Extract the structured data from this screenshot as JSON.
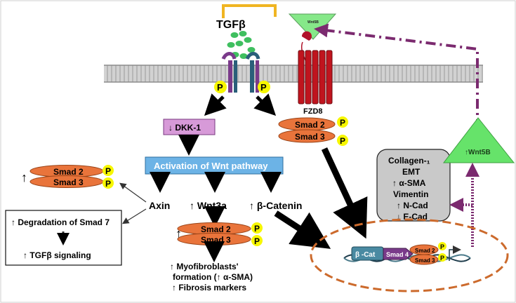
{
  "ligand": {
    "tgf": "TGFβ",
    "wnt_small": "Wnt5B"
  },
  "receptor": {
    "fzd": "FZD8"
  },
  "phospho": "P",
  "dkk": "↓ DKK-1",
  "activation": "Activation of Wnt pathway",
  "smad": {
    "s2": "Smad 2",
    "s3": "Smad 3",
    "s4": "Smad 4",
    "up": "↑"
  },
  "branches": {
    "axin": "Axin",
    "wnt3a": "↑ Wnt3a",
    "bcat": "↑ β-Catenin"
  },
  "degradation": {
    "line1": "↑ Degradation of Smad 7",
    "line2": "↑ TGFβ signaling"
  },
  "myo": {
    "line1": "↑ Myofibroblasts'",
    "line2": "formation (↑ α-SMA)",
    "line3": "↑ Fibrosis markers"
  },
  "markers": [
    "Collagen-₁",
    "EMT",
    "↑ α-SMA",
    "Vimentin",
    "↑ N-Cad",
    "↓ E-Cad"
  ],
  "wnt5b": "↑Wnt5B",
  "nucleus": {
    "bcat": "β -Cat"
  },
  "colors": {
    "membrane": "#c8c8c8",
    "fzd": "#c0141e",
    "smad": "#e9743b",
    "phospho": "#f7f700",
    "dkk": "#d79ad8",
    "activation": "#6cb3e6",
    "wnt_green": "#66e36a",
    "purple": "#7b2a6f",
    "nucleus": "#cc6a2c",
    "yellow_bracket": "#f0b522"
  }
}
